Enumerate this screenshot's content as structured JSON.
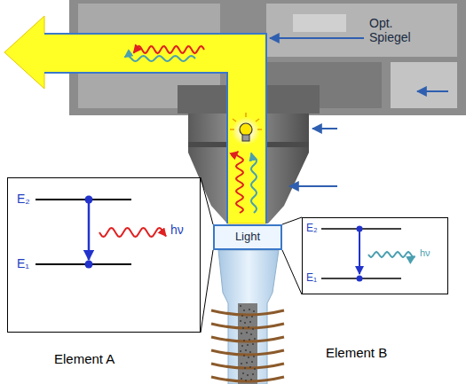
{
  "diagram": {
    "nodes": [
      {
        "text": [
          "E₂",
          "E₁",
          "hν",
          "Element A"
        ]
      },
      {
        "text": [
          "Light"
        ]
      },
      {
        "text": [
          "E₂",
          "E₁",
          "hν",
          "Element B"
        ]
      }
    ],
    "edges": [
      {
        "from": 1,
        "to": 0,
        "arrow": "none"
      },
      {
        "from": 1,
        "to": 2,
        "arrow": "none"
      }
    ],
    "labels": [
      "Opt. Spiegel"
    ]
  }
}
